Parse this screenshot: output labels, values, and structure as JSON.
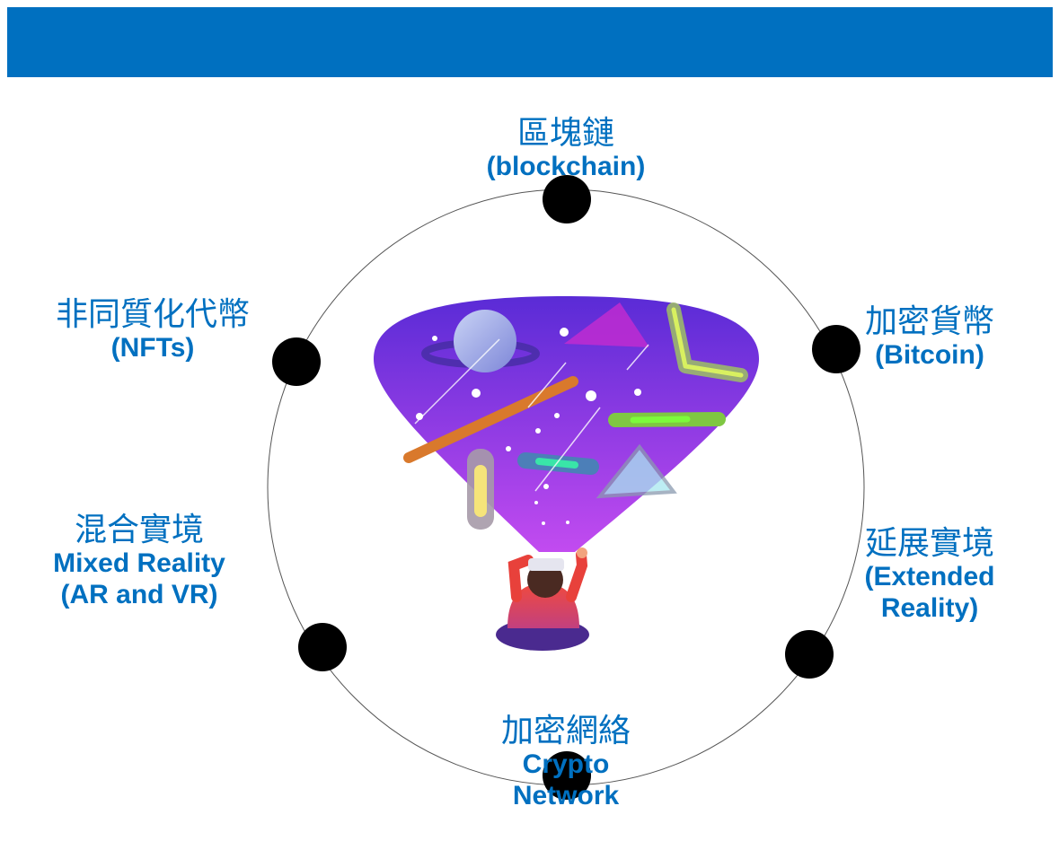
{
  "colors": {
    "banner": "#0070C0",
    "label_text": "#0070C0",
    "node": "#000000",
    "ring": "#555555",
    "cone_top": "#5A2BD6",
    "cone_bottom": "#C24BF0"
  },
  "nodes": {
    "blockchain": {
      "zh": "區塊鏈",
      "en": "(blockchain)"
    },
    "nfts": {
      "zh": "非同質化代幣",
      "en": "(NFTs)"
    },
    "bitcoin": {
      "zh": "加密貨幣",
      "en": "(Bitcoin)"
    },
    "mixed_reality": {
      "zh": "混合實境",
      "en": "Mixed Reality\n(AR and VR)"
    },
    "extended_reality": {
      "zh": "延展實境",
      "en": "(Extended\nReality)"
    },
    "crypto_network": {
      "zh": "加密網絡",
      "en": "Crypto\nNetwork"
    }
  },
  "illustration": "vr-user-space-illustration"
}
